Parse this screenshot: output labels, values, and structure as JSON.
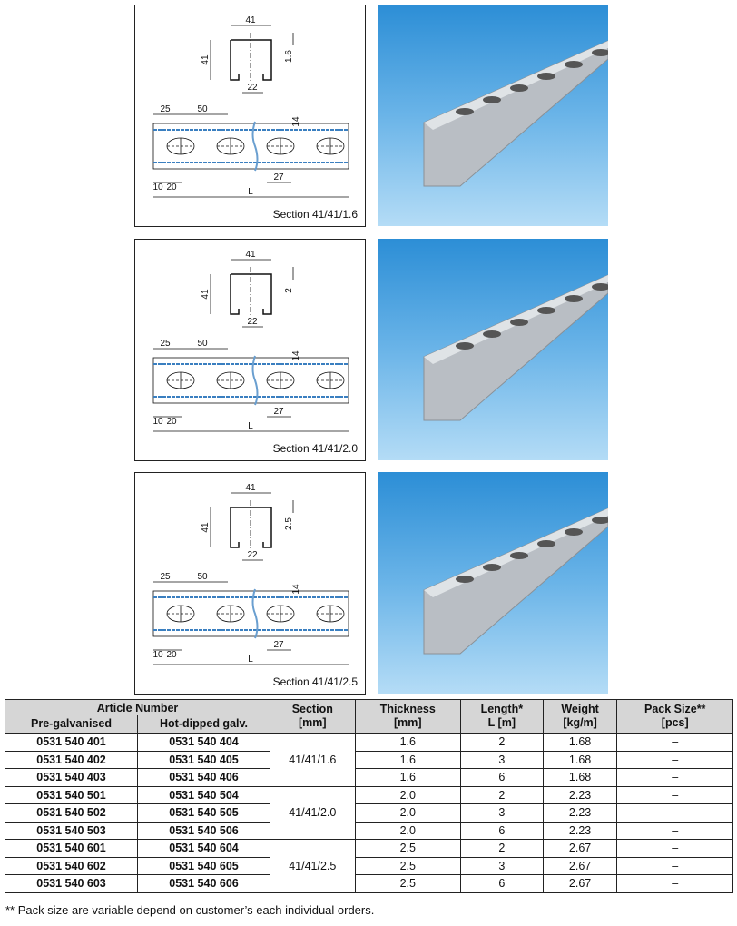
{
  "drawings": [
    {
      "caption": "Section 41/41/1.6",
      "dims": {
        "width": "41",
        "height": "41",
        "thickness": "1.6",
        "slot_gap": "22",
        "d25": "25",
        "d50": "50",
        "d14": "14",
        "d10": "10",
        "d20": "20",
        "d27": "27",
        "length": "L"
      }
    },
    {
      "caption": "Section 41/41/2.0",
      "dims": {
        "width": "41",
        "height": "41",
        "thickness": "2",
        "slot_gap": "22",
        "d25": "25",
        "d50": "50",
        "d14": "14",
        "d10": "10",
        "d20": "20",
        "d27": "27",
        "length": "L"
      }
    },
    {
      "caption": "Section 41/41/2.5",
      "dims": {
        "width": "41",
        "height": "41",
        "thickness": "2.5",
        "slot_gap": "22",
        "d25": "25",
        "d50": "50",
        "d14": "14",
        "d10": "10",
        "d20": "20",
        "d27": "27",
        "length": "L"
      }
    }
  ],
  "table": {
    "headers": {
      "article": "Article Number",
      "pre": "Pre-galvanised",
      "hot": "Hot-dipped galv.",
      "section": "Section",
      "section_unit": "[mm]",
      "thickness": "Thickness",
      "thickness_unit": "[mm]",
      "length": "Length*",
      "length_unit": "L [m]",
      "weight": "Weight",
      "weight_unit": "[kg/m]",
      "pack": "Pack Size**",
      "pack_unit": "[pcs]"
    },
    "groups": [
      {
        "section": "41/41/1.6",
        "rows": [
          [
            "0531 540 401",
            "0531 540 404",
            "1.6",
            "2",
            "1.68",
            "–"
          ],
          [
            "0531 540 402",
            "0531 540 405",
            "1.6",
            "3",
            "1.68",
            "–"
          ],
          [
            "0531 540 403",
            "0531 540 406",
            "1.6",
            "6",
            "1.68",
            "–"
          ]
        ]
      },
      {
        "section": "41/41/2.0",
        "rows": [
          [
            "0531 540 501",
            "0531 540 504",
            "2.0",
            "2",
            "2.23",
            "–"
          ],
          [
            "0531 540 502",
            "0531 540 505",
            "2.0",
            "3",
            "2.23",
            "–"
          ],
          [
            "0531 540 503",
            "0531 540 506",
            "2.0",
            "6",
            "2.23",
            "–"
          ]
        ]
      },
      {
        "section": "41/41/2.5",
        "rows": [
          [
            "0531 540 601",
            "0531 540 604",
            "2.5",
            "2",
            "2.67",
            "–"
          ],
          [
            "0531 540 602",
            "0531 540 605",
            "2.5",
            "3",
            "2.67",
            "–"
          ],
          [
            "0531 540 603",
            "0531 540 606",
            "2.5",
            "6",
            "2.67",
            "–"
          ]
        ]
      }
    ]
  },
  "footnote": "** Pack size are variable depend on customer’s each individual orders."
}
